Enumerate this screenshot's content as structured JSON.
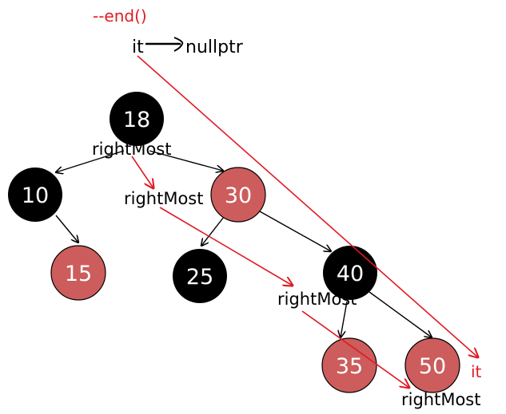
{
  "caption": "--end()",
  "pointer": {
    "name": "it",
    "target": "nullptr"
  },
  "iterator_label": "it",
  "traversal_label": "rightMost",
  "colors": {
    "black_node": "#000000",
    "red_node": "#cd5c5c",
    "arrow": "#000000",
    "highlight": "#e01b24",
    "node_text": "#ffffff"
  },
  "nodes": [
    {
      "id": "n18",
      "key": "18",
      "color": "black"
    },
    {
      "id": "n10",
      "key": "10",
      "color": "black"
    },
    {
      "id": "n30",
      "key": "30",
      "color": "red"
    },
    {
      "id": "n15",
      "key": "15",
      "color": "red"
    },
    {
      "id": "n25",
      "key": "25",
      "color": "black"
    },
    {
      "id": "n40",
      "key": "40",
      "color": "black"
    },
    {
      "id": "n35",
      "key": "35",
      "color": "red"
    },
    {
      "id": "n50",
      "key": "50",
      "color": "red"
    }
  ],
  "edges": [
    {
      "from": "18",
      "to": "10"
    },
    {
      "from": "18",
      "to": "30"
    },
    {
      "from": "10",
      "to": "15"
    },
    {
      "from": "30",
      "to": "25"
    },
    {
      "from": "30",
      "to": "40"
    },
    {
      "from": "40",
      "to": "35"
    },
    {
      "from": "40",
      "to": "50"
    }
  ],
  "rightmost_labels": [
    "rightMost",
    "rightMost",
    "rightMost",
    "rightMost"
  ]
}
